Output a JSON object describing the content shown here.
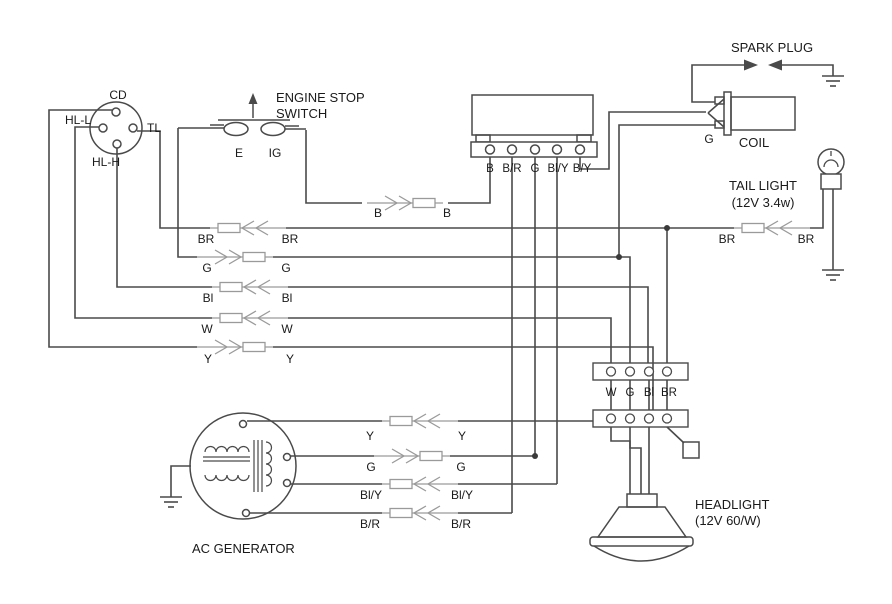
{
  "colors": {
    "wire": "#4a4a4a",
    "connector": "#9a9a9a",
    "text": "#1a1a1a",
    "background": "#ffffff"
  },
  "cd_switch": {
    "label": "CD",
    "terminal_left": "HL-L",
    "terminal_right": "TL",
    "terminal_bottom": "HL-H"
  },
  "engine_stop_switch": {
    "title_line1": "ENGINE STOP",
    "title_line2": "SWITCH",
    "contact_e": "E",
    "contact_ig": "IG"
  },
  "cdi_unit": {
    "terminals": [
      "B",
      "B/R",
      "G",
      "Bl/Y",
      "B/Y"
    ]
  },
  "spark_plug": {
    "label": "SPARK PLUG"
  },
  "ignition_coil": {
    "label": "COIL",
    "ground_terminal": "G"
  },
  "tail_light": {
    "name": "TAIL LIGHT",
    "rating": "(12V 3.4w)",
    "wire_left": "BR",
    "wire_right": "BR"
  },
  "headlight": {
    "name": "HEADLIGHT",
    "rating": "(12V 60/W)",
    "connector_terminals": [
      "W",
      "G",
      "Bl",
      "BR"
    ]
  },
  "ac_generator": {
    "label": "AC GENERATOR"
  },
  "harness_rows": {
    "b": {
      "left": "B",
      "right": "B"
    },
    "br": {
      "left": "BR",
      "right": "BR"
    },
    "g": {
      "left": "G",
      "right": "G"
    },
    "bl": {
      "left": "Bl",
      "right": "Bl"
    },
    "w": {
      "left": "W",
      "right": "W"
    },
    "y": {
      "left": "Y",
      "right": "Y"
    }
  },
  "generator_rows": {
    "y": {
      "left": "Y",
      "right": "Y"
    },
    "g": {
      "left": "G",
      "right": "G"
    },
    "bl_y": {
      "left": "Bl/Y",
      "right": "Bl/Y"
    },
    "b_r": {
      "left": "B/R",
      "right": "B/R"
    }
  }
}
